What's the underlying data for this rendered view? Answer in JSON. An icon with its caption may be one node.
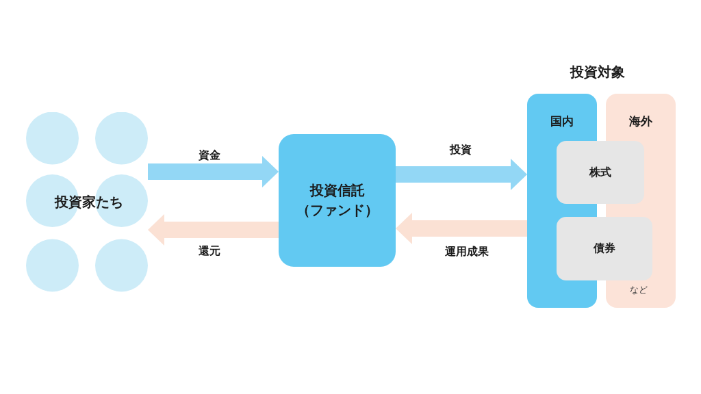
{
  "diagram": {
    "nodes": [
      {
        "text": [
          "投資家たち"
        ]
      },
      {
        "text": [
          "投資信託（ファンド）"
        ]
      },
      {
        "text": [
          "国内"
        ]
      },
      {
        "text": [
          "海外"
        ]
      },
      {
        "text": [
          "株式"
        ]
      },
      {
        "text": [
          "債券"
        ]
      }
    ],
    "edges": [
      {
        "from": 0,
        "to": 1,
        "arrow": "to",
        "label": "資金"
      },
      {
        "from": 1,
        "to": 0,
        "arrow": "to",
        "label": "還元",
        "color": "#fbe1d4"
      },
      {
        "from": 1,
        "to": 2,
        "arrow": "to",
        "label": "投資"
      },
      {
        "from": 2,
        "to": 1,
        "arrow": "to",
        "label": "運用成果",
        "color": "#fbe1d4"
      }
    ],
    "labels": [
      "投資対象",
      "など"
    ]
  }
}
